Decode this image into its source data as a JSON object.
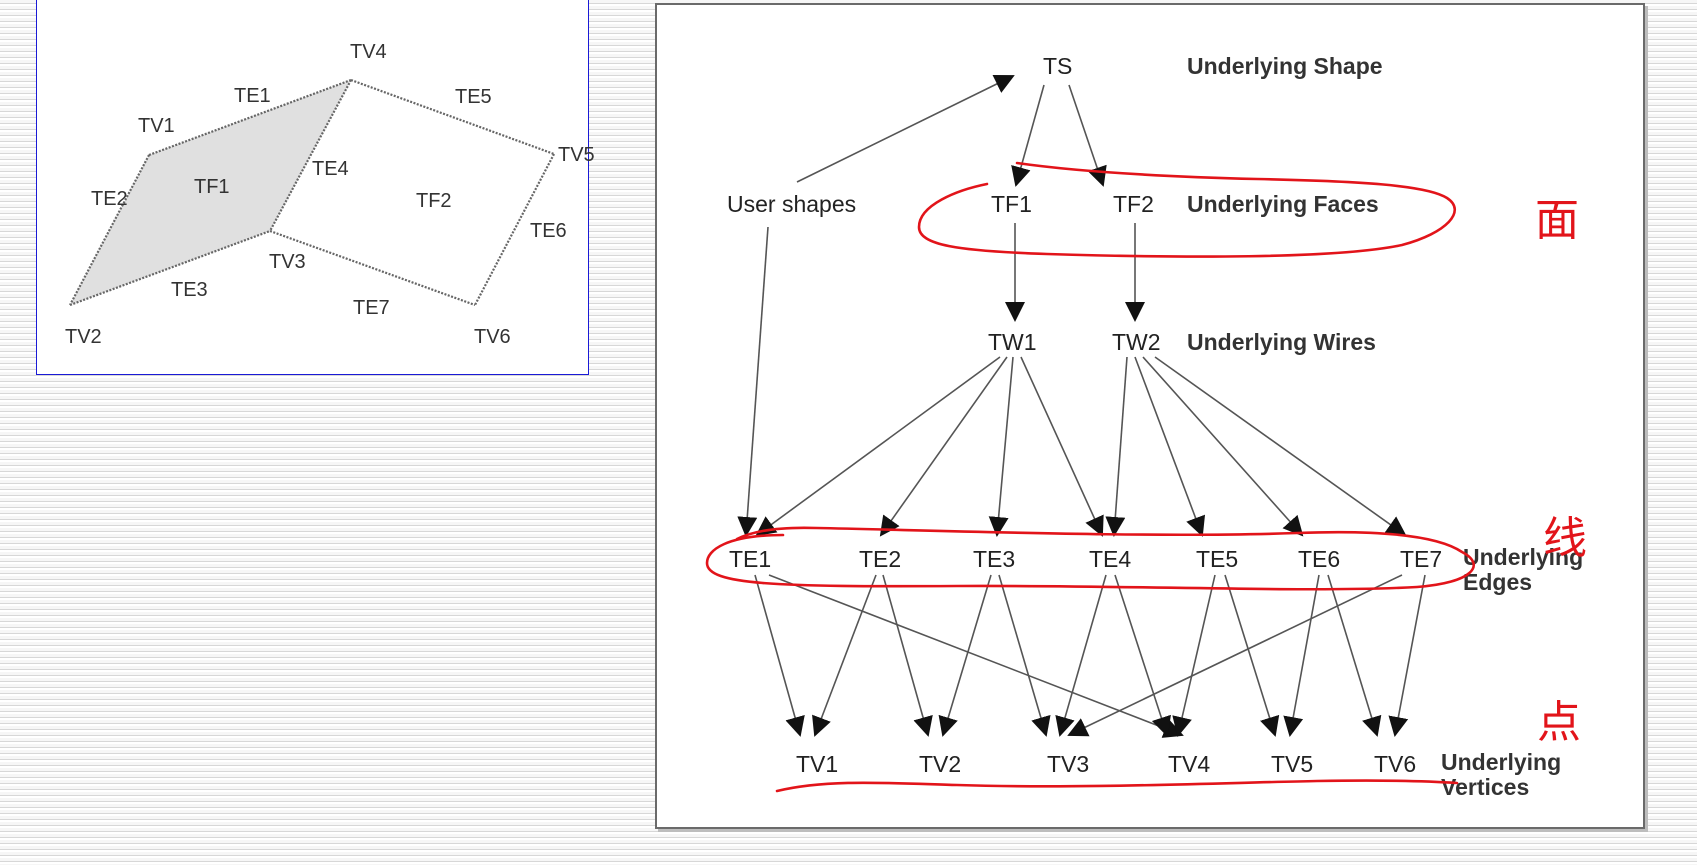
{
  "topology": {
    "vertices": [
      "TV1",
      "TV2",
      "TV3",
      "TV4",
      "TV5",
      "TV6"
    ],
    "edges": [
      "TE1",
      "TE2",
      "TE3",
      "TE4",
      "TE5",
      "TE6",
      "TE7"
    ],
    "faces": [
      "TF1",
      "TF2"
    ]
  },
  "graph": {
    "shape": "TS",
    "user_shapes": "User shapes",
    "faces": [
      "TF1",
      "TF2"
    ],
    "wires": [
      "TW1",
      "TW2"
    ],
    "edges": [
      "TE1",
      "TE2",
      "TE3",
      "TE4",
      "TE5",
      "TE6",
      "TE7"
    ],
    "vertices": [
      "TV1",
      "TV2",
      "TV3",
      "TV4",
      "TV5",
      "TV6"
    ],
    "levels": {
      "shape": "Underlying Shape",
      "faces": "Underlying Faces",
      "wires": "Underlying Wires",
      "edges_line1": "Underlying",
      "edges_line2": "Edges",
      "vertices_line1": "Underlying",
      "vertices_line2": "Vertices"
    },
    "links": [
      [
        "TS",
        "TF1"
      ],
      [
        "TS",
        "TF2"
      ],
      [
        "User shapes",
        "TS"
      ],
      [
        "User shapes",
        "TE1"
      ],
      [
        "TF1",
        "TW1"
      ],
      [
        "TF2",
        "TW2"
      ],
      [
        "TW1",
        "TE1"
      ],
      [
        "TW1",
        "TE2"
      ],
      [
        "TW1",
        "TE3"
      ],
      [
        "TW1",
        "TE4"
      ],
      [
        "TW2",
        "TE4"
      ],
      [
        "TW2",
        "TE5"
      ],
      [
        "TW2",
        "TE6"
      ],
      [
        "TW2",
        "TE7"
      ],
      [
        "TE1",
        "TV1"
      ],
      [
        "TE1",
        "TV4"
      ],
      [
        "TE2",
        "TV1"
      ],
      [
        "TE2",
        "TV2"
      ],
      [
        "TE3",
        "TV2"
      ],
      [
        "TE3",
        "TV3"
      ],
      [
        "TE4",
        "TV3"
      ],
      [
        "TE4",
        "TV4"
      ],
      [
        "TE5",
        "TV4"
      ],
      [
        "TE5",
        "TV5"
      ],
      [
        "TE6",
        "TV5"
      ],
      [
        "TE6",
        "TV6"
      ],
      [
        "TE7",
        "TV3"
      ],
      [
        "TE7",
        "TV6"
      ]
    ]
  },
  "annotations": {
    "faces": "面",
    "edges": "线",
    "vertices": "点",
    "color": "#e2141a"
  }
}
